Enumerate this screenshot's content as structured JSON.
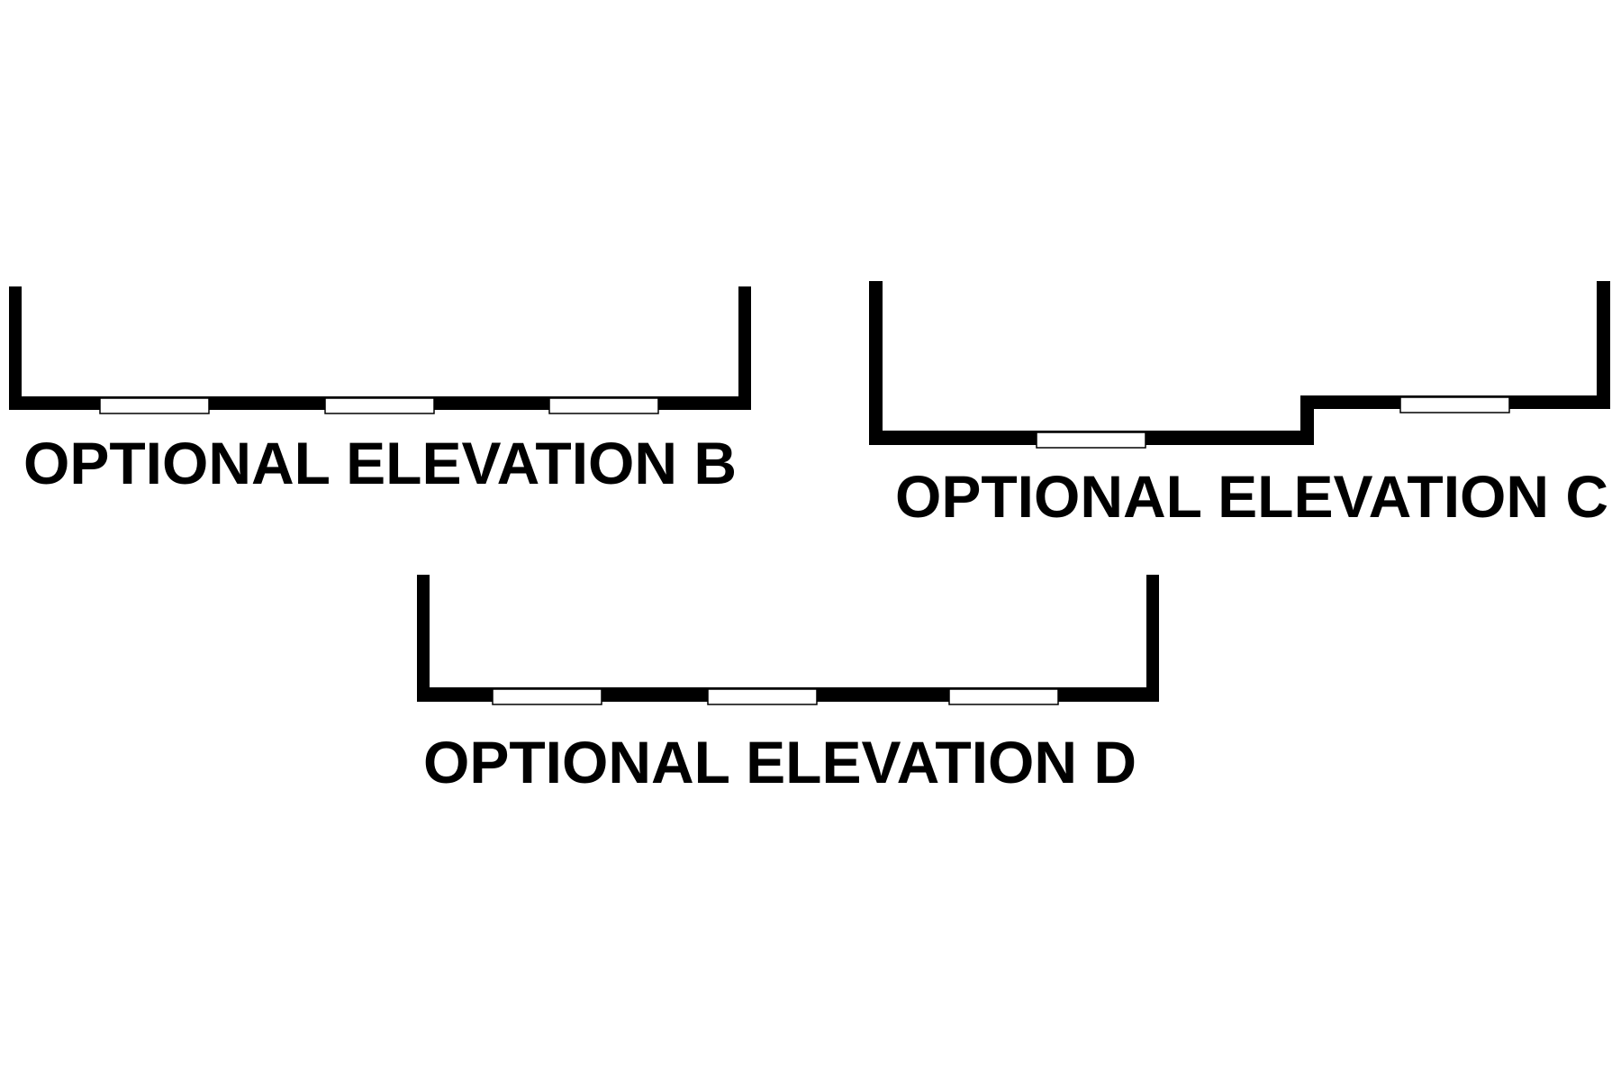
{
  "elevations": [
    {
      "id": "b",
      "label": "OPTIONAL ELEVATION B",
      "window_count": 3
    },
    {
      "id": "c",
      "label": "OPTIONAL ELEVATION C",
      "window_count": 2
    },
    {
      "id": "d",
      "label": "OPTIONAL ELEVATION D",
      "window_count": 3
    }
  ],
  "colors": {
    "wall": "#000000",
    "window_fill": "#ffffff",
    "background": "#ffffff"
  }
}
